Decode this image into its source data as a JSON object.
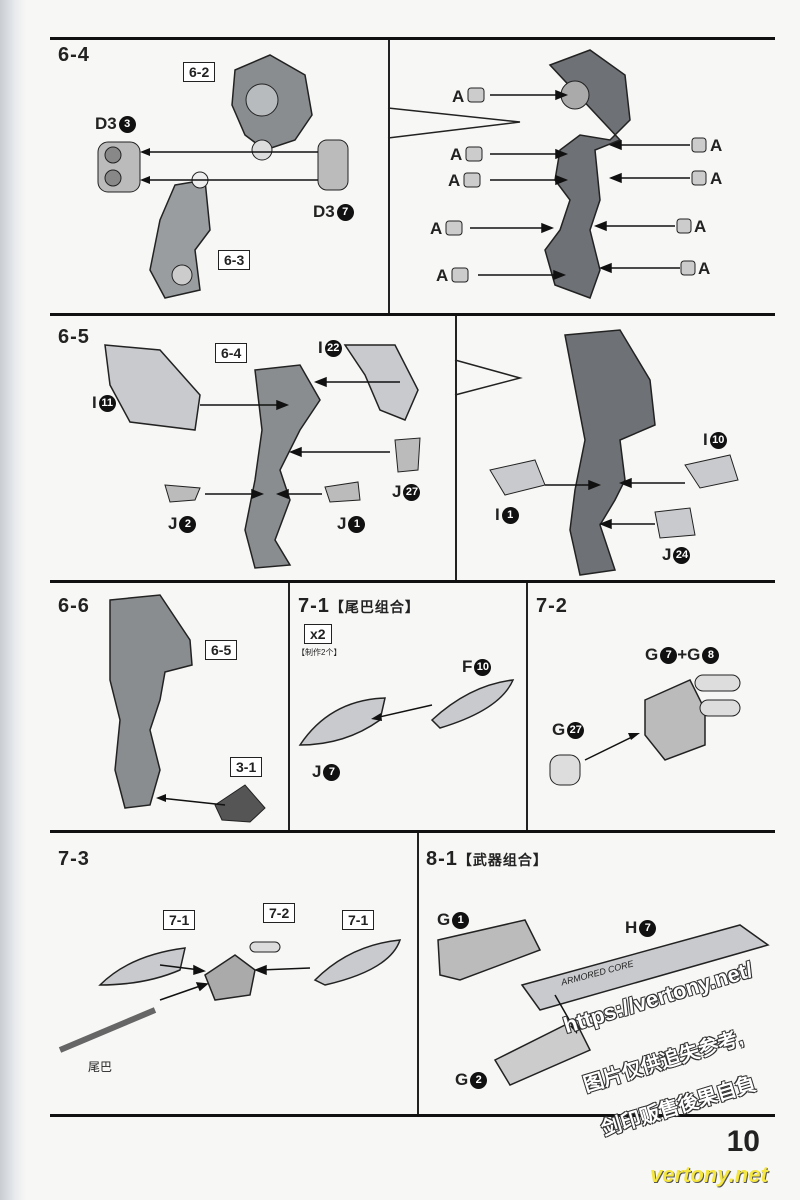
{
  "page": {
    "number": "10",
    "watermark_url": "https://vertony.net/",
    "watermark_cn1": "图片仅供追失参考,",
    "watermark_cn2": "剑印贩售後果自負",
    "watermark_site": "vertony.net"
  },
  "steps": {
    "s64": {
      "title": "6-4",
      "ref1": "6-2",
      "ref2": "6-3",
      "partA": "D3",
      "numA": "3",
      "partB": "D3",
      "numB": "7"
    },
    "s64b": {
      "parts": [
        "A",
        "A",
        "A",
        "A",
        "A",
        "A",
        "A",
        "A",
        "A"
      ]
    },
    "s65": {
      "title": "6-5",
      "ref": "6-4",
      "p1": "I",
      "n1": "11",
      "p2": "I",
      "n2": "22",
      "p3": "J",
      "n3": "2",
      "p4": "J",
      "n4": "27",
      "p5": "J",
      "n5": "1"
    },
    "s65b": {
      "p1": "I",
      "n1": "10",
      "p2": "I",
      "n2": "1",
      "p3": "J",
      "n3": "24"
    },
    "s66": {
      "title": "6-6",
      "ref1": "6-5",
      "ref2": "3-1"
    },
    "s71": {
      "title": "7-1",
      "sub": "【尾巴组合】",
      "mult": "x2",
      "mult_note": "【制作2个】",
      "p1": "F",
      "n1": "10",
      "p2": "J",
      "n2": "7"
    },
    "s72": {
      "title": "7-2",
      "p1": "G",
      "n1": "7",
      "plus": "+",
      "p2": "G",
      "n2": "8",
      "p3": "G",
      "n3": "27"
    },
    "s73": {
      "title": "7-3",
      "ref1": "7-1",
      "ref2": "7-2",
      "ref3": "7-1",
      "tail": "尾巴"
    },
    "s81": {
      "title": "8-1",
      "sub": "【武器组合】",
      "p1": "G",
      "n1": "1",
      "p2": "H",
      "n2": "7",
      "p3": "G",
      "n3": "2",
      "blade_text": "ARMORED CORE"
    }
  }
}
